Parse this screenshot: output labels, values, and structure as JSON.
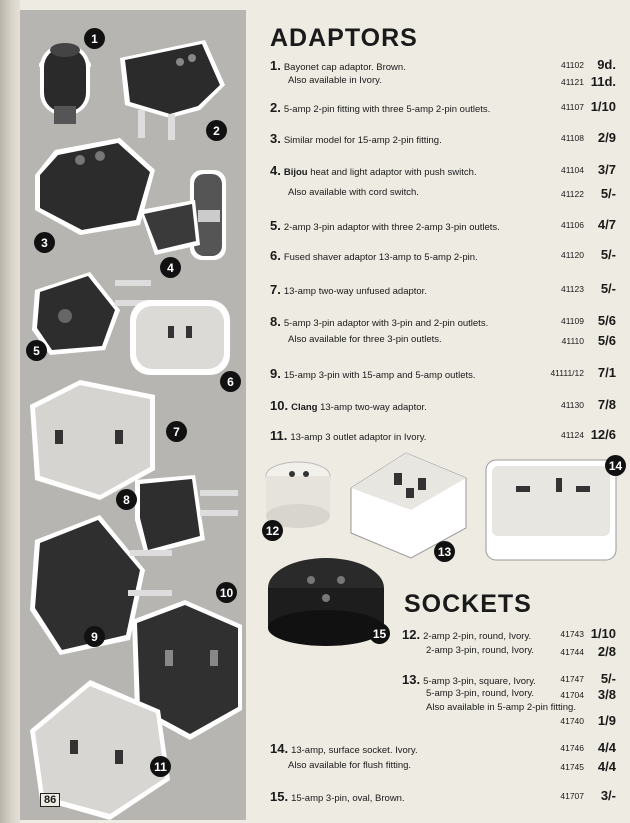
{
  "page_number": "86",
  "adaptors": {
    "title": "ADAPTORS",
    "items": [
      {
        "num": "1.",
        "text": "Bayonet cap adaptor.  Brown.",
        "code": "41102",
        "price": "9d."
      },
      {
        "num": "",
        "text": "Also available in Ivory.",
        "code": "41121",
        "price": "11d."
      },
      {
        "num": "2.",
        "text": "5-amp 2-pin fitting with three 5-amp 2-pin outlets.",
        "code": "41107",
        "price": "1/10"
      },
      {
        "num": "3.",
        "text": "Similar model for 15-amp 2-pin fitting.",
        "code": "41108",
        "price": "2/9"
      },
      {
        "num": "4.",
        "bold": "Bijou",
        "text": " heat and light adaptor with push switch.",
        "code": "41104",
        "price": "3/7"
      },
      {
        "num": "",
        "text": "Also available with cord switch.",
        "code": "41122",
        "price": "5/-"
      },
      {
        "num": "5.",
        "text": "2-amp 3-pin adaptor with three 2-amp 3-pin outlets.",
        "code": "41106",
        "price": "4/7"
      },
      {
        "num": "6.",
        "text": "Fused shaver adaptor 13-amp to 5-amp 2-pin.",
        "code": "41120",
        "price": "5/-"
      },
      {
        "num": "7.",
        "text": "13-amp two-way unfused adaptor.",
        "code": "41123",
        "price": "5/-"
      },
      {
        "num": "8.",
        "text": "5-amp 3-pin adaptor with 3-pin and 2-pin outlets.",
        "code": "41109",
        "price": "5/6"
      },
      {
        "num": "",
        "text": "Also available for three 3-pin outlets.",
        "code": "41110",
        "price": "5/6"
      },
      {
        "num": "9.",
        "text": "15-amp 3-pin with 15-amp and 5-amp outlets.",
        "code": "41111/12",
        "price": "7/1"
      },
      {
        "num": "10.",
        "bold": "Clang",
        "text": " 13-amp two-way adaptor.",
        "code": "41130",
        "price": "7/8"
      },
      {
        "num": "11.",
        "text": "13-amp 3 outlet adaptor in Ivory.",
        "code": "41124",
        "price": "12/6"
      }
    ]
  },
  "sockets": {
    "title": "SOCKETS",
    "items": [
      {
        "num": "12.",
        "text": "2-amp 2-pin, round, Ivory.",
        "code": "41743",
        "price": "1/10"
      },
      {
        "num": "",
        "text": "2-amp 3-pin, round, Ivory.",
        "code": "41744",
        "price": "2/8"
      },
      {
        "num": "13.",
        "text": "5-amp 3-pin, square, Ivory.",
        "code": "41747",
        "price": "5/-"
      },
      {
        "num": "",
        "text": "5-amp 3-pin, round, Ivory.",
        "code": "41704",
        "price": "3/8"
      },
      {
        "num": "",
        "text": "Also available in 5-amp 2-pin fitting.",
        "code": "41740",
        "price": "1/9"
      },
      {
        "num": "14.",
        "text": "13-amp, surface socket.  Ivory.",
        "code": "41746",
        "price": "4/4"
      },
      {
        "num": "",
        "text": "Also available for flush fitting.",
        "code": "41745",
        "price": "4/4"
      },
      {
        "num": "15.",
        "text": "15-amp 3-pin, oval, Brown.",
        "code": "41707",
        "price": "3/-"
      }
    ]
  },
  "badges": [
    "1",
    "2",
    "3",
    "4",
    "5",
    "6",
    "7",
    "8",
    "9",
    "10",
    "11",
    "12",
    "13",
    "14",
    "15"
  ]
}
